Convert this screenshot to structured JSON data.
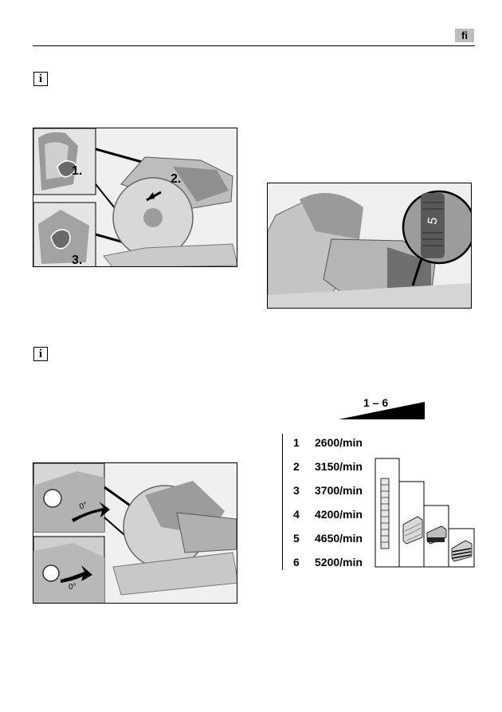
{
  "header": {
    "language": "fi"
  },
  "figures": {
    "blade_change": {
      "callouts": [
        "1.",
        "2.",
        "3."
      ]
    },
    "speed_dial": {
      "dial_value": "5"
    },
    "bevel_adjust": {
      "angle_marks": [
        "0°",
        "0°"
      ]
    }
  },
  "speed_table": {
    "range_label": "1 – 6",
    "rows": [
      {
        "setting": "1",
        "rpm": "2600/min"
      },
      {
        "setting": "2",
        "rpm": "3150/min"
      },
      {
        "setting": "3",
        "rpm": "3700/min"
      },
      {
        "setting": "4",
        "rpm": "4200/min"
      },
      {
        "setting": "5",
        "rpm": "4650/min"
      },
      {
        "setting": "6",
        "rpm": "5200/min"
      }
    ]
  }
}
